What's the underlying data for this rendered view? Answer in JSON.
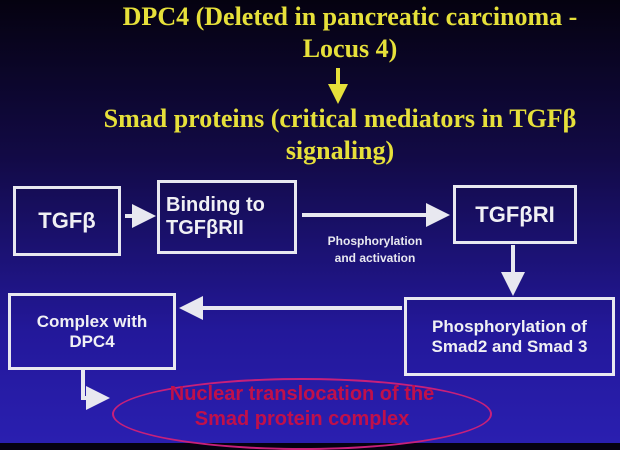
{
  "title": {
    "line1": "DPC4 (Deleted in pancreatic carcinoma -",
    "line2": "Locus 4)",
    "line3": "Smad proteins (critical mediators in TGFβ",
    "line4": "signaling)"
  },
  "nodes": {
    "tgfb": "TGFβ",
    "binding_l1": "Binding to",
    "binding_l2": "TGFβRII",
    "tgfbri": "TGFβRI",
    "phospho_l1": "Phosphorylation of",
    "phospho_l2": "Smad2 and Smad 3",
    "complex_l1": "Complex with",
    "complex_l2": "DPC4",
    "nuclear_l1": "Nuclear translocation of the",
    "nuclear_l2": "Smad protein complex"
  },
  "edge_label": {
    "l1": "Phosphorylation",
    "l2": "and activation"
  },
  "colors": {
    "title": "#e6e03a",
    "box": "#e8e8f0",
    "nuclear": "#c0104a",
    "ellipse": "#c8207a"
  }
}
